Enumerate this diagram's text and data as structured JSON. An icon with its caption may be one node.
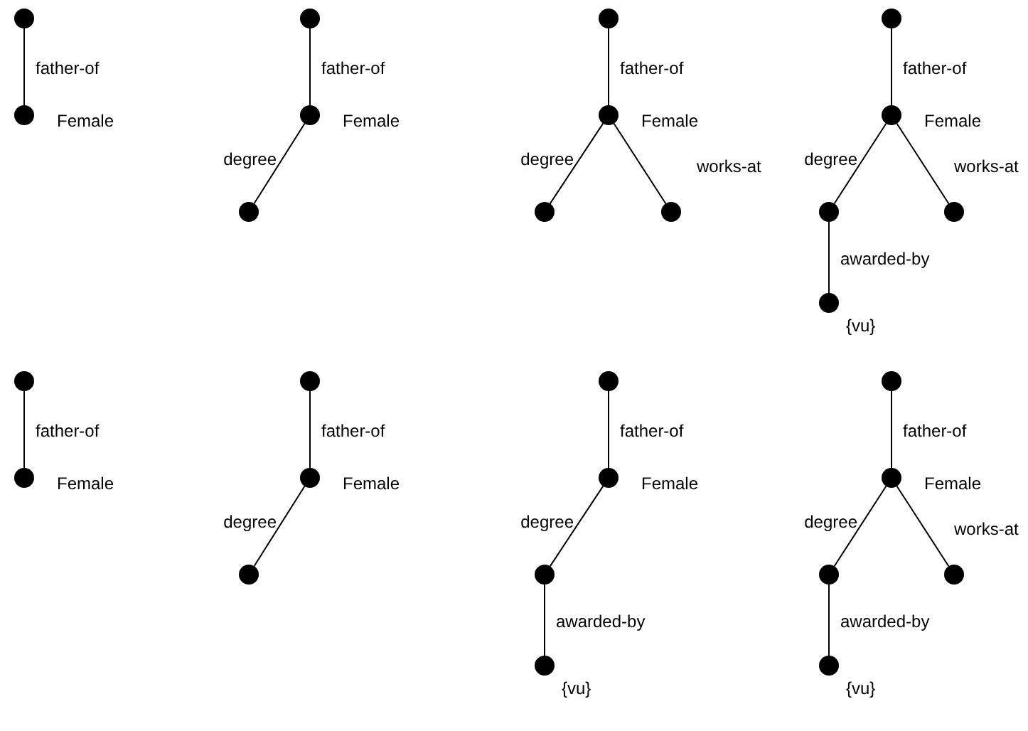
{
  "diagram": {
    "nodes": [
      {
        "text": [],
        "shape": "circle"
      },
      {
        "text": [],
        "shape": "circle",
        "beside": [
          "Female"
        ]
      },
      {
        "text": [],
        "shape": "circle"
      },
      {
        "text": [],
        "shape": "circle",
        "beside": [
          "Female"
        ]
      },
      {
        "text": [],
        "shape": "circle"
      },
      {
        "text": [],
        "shape": "circle"
      },
      {
        "text": [],
        "shape": "circle",
        "beside": [
          "Female"
        ]
      },
      {
        "text": [],
        "shape": "circle"
      },
      {
        "text": [],
        "shape": "circle"
      },
      {
        "text": [],
        "shape": "circle"
      },
      {
        "text": [],
        "shape": "circle",
        "beside": [
          "Female"
        ]
      },
      {
        "text": [],
        "shape": "circle"
      },
      {
        "text": [],
        "shape": "circle"
      },
      {
        "text": [],
        "shape": "circle",
        "beside": [
          "{vu}"
        ]
      },
      {
        "text": [],
        "shape": "circle"
      },
      {
        "text": [],
        "shape": "circle",
        "beside": [
          "Female"
        ]
      },
      {
        "text": [],
        "shape": "circle"
      },
      {
        "text": [],
        "shape": "circle",
        "beside": [
          "Female"
        ]
      },
      {
        "text": [],
        "shape": "circle"
      },
      {
        "text": [],
        "shape": "circle"
      },
      {
        "text": [],
        "shape": "circle",
        "beside": [
          "Female"
        ]
      },
      {
        "text": [],
        "shape": "circle"
      },
      {
        "text": [],
        "shape": "circle",
        "beside": [
          "{vu}"
        ]
      },
      {
        "text": [],
        "shape": "circle"
      },
      {
        "text": [],
        "shape": "circle",
        "beside": [
          "Female"
        ]
      },
      {
        "text": [],
        "shape": "circle"
      },
      {
        "text": [],
        "shape": "circle"
      },
      {
        "text": [],
        "shape": "circle",
        "beside": [
          "{vu}"
        ]
      }
    ],
    "edges": [
      {
        "from": 0,
        "to": 1,
        "arrow": "none",
        "label": "father-of"
      },
      {
        "from": 2,
        "to": 3,
        "arrow": "none",
        "label": "father-of"
      },
      {
        "from": 3,
        "to": 4,
        "arrow": "none",
        "label": "degree"
      },
      {
        "from": 5,
        "to": 6,
        "arrow": "none",
        "label": "father-of"
      },
      {
        "from": 6,
        "to": 7,
        "arrow": "none",
        "label": "degree"
      },
      {
        "from": 6,
        "to": 8,
        "arrow": "none",
        "label": "works-at"
      },
      {
        "from": 9,
        "to": 10,
        "arrow": "none",
        "label": "father-of"
      },
      {
        "from": 10,
        "to": 11,
        "arrow": "none",
        "label": "degree"
      },
      {
        "from": 10,
        "to": 12,
        "arrow": "none",
        "label": "works-at"
      },
      {
        "from": 11,
        "to": 13,
        "arrow": "none",
        "label": "awarded-by"
      },
      {
        "from": 14,
        "to": 15,
        "arrow": "none",
        "label": "father-of"
      },
      {
        "from": 16,
        "to": 17,
        "arrow": "none",
        "label": "father-of"
      },
      {
        "from": 17,
        "to": 18,
        "arrow": "none",
        "label": "degree"
      },
      {
        "from": 19,
        "to": 20,
        "arrow": "none",
        "label": "father-of"
      },
      {
        "from": 20,
        "to": 21,
        "arrow": "none",
        "label": "degree"
      },
      {
        "from": 21,
        "to": 22,
        "arrow": "none",
        "label": "awarded-by"
      },
      {
        "from": 23,
        "to": 24,
        "arrow": "none",
        "label": "father-of"
      },
      {
        "from": 24,
        "to": 25,
        "arrow": "none",
        "label": "degree"
      },
      {
        "from": 24,
        "to": 26,
        "arrow": "none",
        "label": "works-at"
      },
      {
        "from": 25,
        "to": 27,
        "arrow": "none",
        "label": "awarded-by"
      }
    ]
  }
}
